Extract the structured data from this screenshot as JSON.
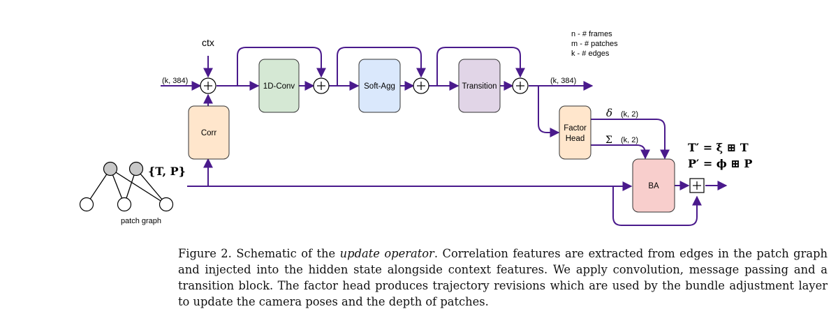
{
  "diagram": {
    "input_label": "ctx",
    "hidden_in_label": "(k, 384)",
    "hidden_out_label": "(k, 384)",
    "blocks": {
      "conv": "1D-Conv",
      "softagg": "Soft-Agg",
      "transition": "Transition",
      "corr": "Corr",
      "factor_head_line1": "Factor",
      "factor_head_line2": "Head",
      "ba": "BA"
    },
    "delta_symbol": "δ",
    "delta_shape": "(k, 2)",
    "sigma_symbol": "Σ",
    "sigma_shape": "(k, 2)",
    "graph_input_label": "{T, P}",
    "patch_graph_label": "patch graph",
    "legend": [
      "n - # frames",
      "m - # patches",
      "k - # edges"
    ],
    "update_eq_1": "T′ = ξ ⊞ T",
    "update_eq_2": "P′ = ϕ ⊞ P",
    "colors": {
      "arrow": "#4a1a8c",
      "conv_fill": "#d5e8d4",
      "softagg_fill": "#dae8fc",
      "transition_fill": "#e1d5e7",
      "corr_fill": "#ffe6cc",
      "factor_fill": "#ffe6cc",
      "ba_fill": "#f8cecc",
      "node_gray": "#c8c8c8"
    }
  },
  "caption": {
    "label": "Figure 2.",
    "pre": "Schematic of the",
    "emph": "update operator",
    "post": ". Correlation features are extracted from edges in the patch graph and injected into the hidden state alongside context features. We apply convolution, message passing and a transition block. The factor head produces trajectory revisions which are used by the bundle adjustment layer to update the camera poses and the depth of patches."
  }
}
